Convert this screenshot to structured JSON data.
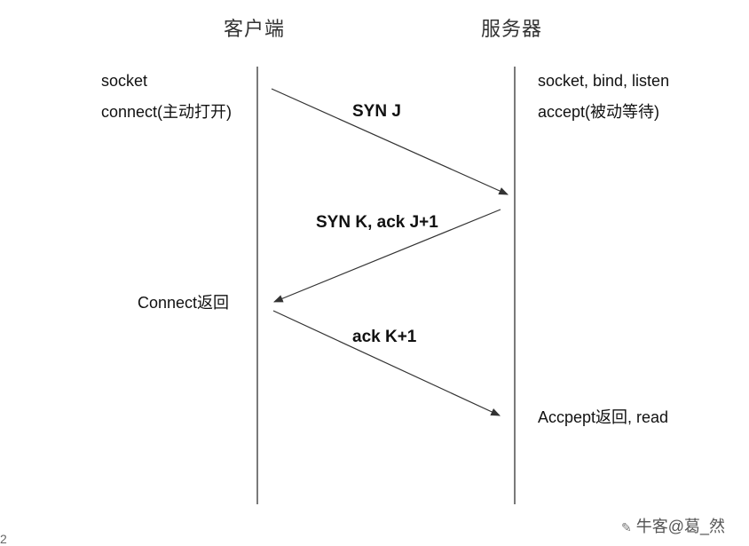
{
  "headers": {
    "client": "客户端",
    "server": "服务器"
  },
  "client_labels": {
    "socket": "socket",
    "connect": "connect(主动打开)",
    "connect_return": "Connect返回"
  },
  "server_labels": {
    "setup": "socket, bind, listen",
    "accept": "accept(被动等待)",
    "accept_return": "Accpept返回, read"
  },
  "messages": {
    "syn_j": "SYN J",
    "syn_k": "SYN K, ack J+1",
    "ack_k": "ack K+1"
  },
  "watermark": "牛客@葛_然",
  "edge_char": "2",
  "colors": {
    "line": "#333333",
    "text": "#111111"
  }
}
